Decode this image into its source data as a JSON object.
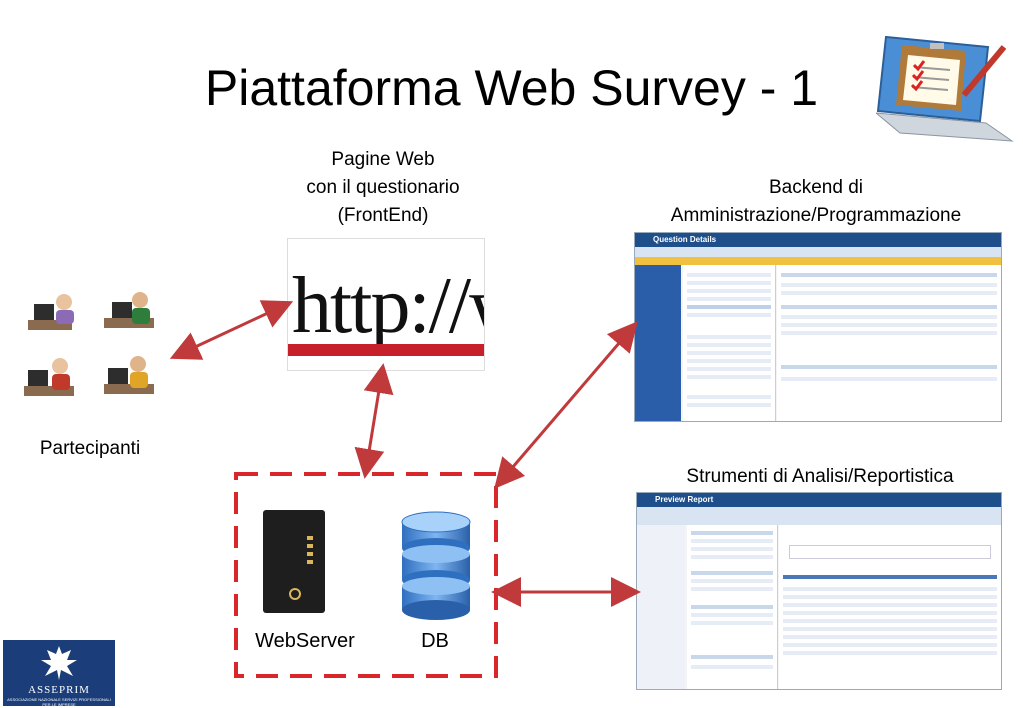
{
  "title": "Piattaforma Web Survey - 1",
  "frontend": {
    "line1": "Pagine Web",
    "line2": "con il questionario",
    "line3": "(FrontEnd)"
  },
  "http_image_text": "http://ww",
  "backend": {
    "line1": "Backend di",
    "line2": "Amministrazione/Programmazione",
    "screenshot_title": "Question Details"
  },
  "participants": "Partecipanti",
  "analysis": {
    "label": "Strumenti di Analisi/Reportistica",
    "screenshot_title": "Preview Report"
  },
  "webserver": "WebServer",
  "db": "DB",
  "logo": {
    "name": "ASSEPRIM",
    "sub": "ASSOCIAZIONE NAZIONALE SERVIZI PROFESSIONALI PER LE IMPRESE"
  },
  "colors": {
    "arrow": "#c0393b",
    "dashed_box": "#d9262b",
    "accent": "#1f4f8b"
  }
}
